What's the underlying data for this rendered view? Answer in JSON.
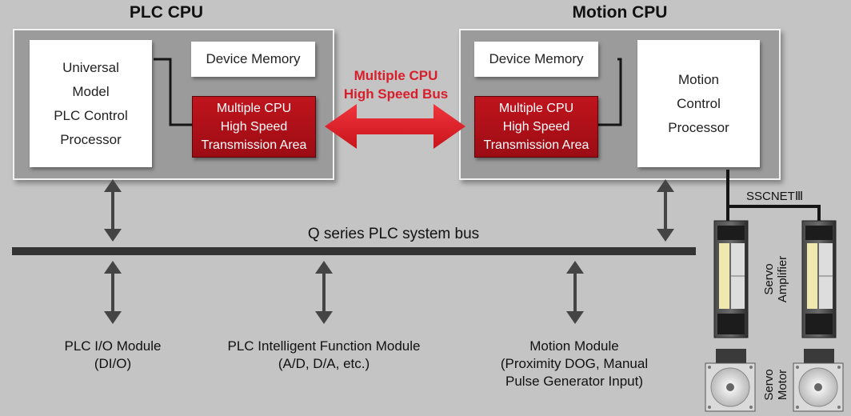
{
  "plc_cpu": {
    "title": "PLC CPU",
    "processor_lines": [
      "Universal",
      "Model",
      "PLC Control",
      "Processor"
    ],
    "device_memory": "Device Memory",
    "transmission_lines": [
      "Multiple CPU",
      "High Speed",
      "Transmission Area"
    ]
  },
  "motion_cpu": {
    "title": "Motion CPU",
    "processor_lines": [
      "Motion",
      "Control",
      "Processor"
    ],
    "device_memory": "Device Memory",
    "transmission_lines": [
      "Multiple CPU",
      "High Speed",
      "Transmission Area"
    ]
  },
  "high_speed_bus": {
    "lines": [
      "Multiple CPU",
      "High Speed Bus"
    ],
    "color": "#e8202a"
  },
  "system_bus": {
    "label": "Q series PLC system bus"
  },
  "modules": [
    {
      "lines": [
        "PLC I/O Module",
        "(DI/O)"
      ]
    },
    {
      "lines": [
        "PLC Intelligent Function Module",
        "(A/D, D/A, etc.)"
      ]
    },
    {
      "lines": [
        "Motion Module",
        "(Proximity DOG, Manual",
        "Pulse Generator Input)"
      ]
    }
  ],
  "sscnet": {
    "label": "SSCNETⅢ"
  },
  "servo_amplifier": {
    "lines": [
      "Servo",
      "Amplifier"
    ]
  },
  "servo_motor": {
    "lines": [
      "Servo",
      "Motor"
    ]
  }
}
